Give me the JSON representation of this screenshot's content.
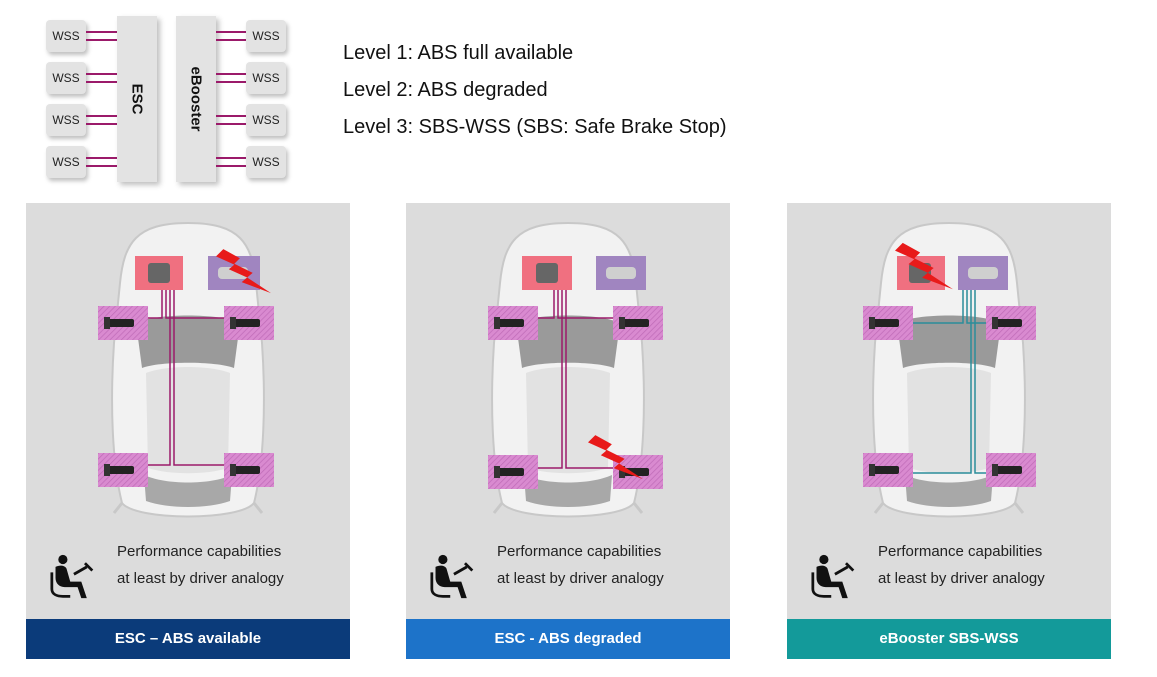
{
  "top_diagram": {
    "wss_label": "WSS",
    "esc_label": "ESC",
    "ebooster_label": "eBooster"
  },
  "levels": [
    "Level 1: ABS full available",
    "Level 2: ABS degraded",
    "Level 3: SBS-WSS (SBS: Safe Brake Stop)"
  ],
  "panels": [
    {
      "perf_line1": "Performance capabilities",
      "perf_line2": "at least by driver analogy",
      "footer": "ESC – ABS available",
      "footer_color": "#0b3b7a",
      "wire_color": "#9b1a6a"
    },
    {
      "perf_line1": "Performance capabilities",
      "perf_line2": "at least by driver analogy",
      "footer": "ESC - ABS degraded",
      "footer_color": "#1d73c9",
      "wire_color": "#9b1a6a"
    },
    {
      "perf_line1": "Performance capabilities",
      "perf_line2": "at least by driver analogy",
      "footer": "eBooster SBS-WSS",
      "footer_color": "#139a9a",
      "wire_color": "#2a8d9a"
    }
  ],
  "colors": {
    "esc_module": "#f07080",
    "ebooster_module": "#a085c0",
    "sensor_box": "#d98ad0",
    "lightning": "#e81a1a"
  },
  "icons": [
    "wss-sensor-icon",
    "esc-unit-icon",
    "ebooster-unit-icon",
    "lightning-fault-icon",
    "driver-seat-icon"
  ]
}
